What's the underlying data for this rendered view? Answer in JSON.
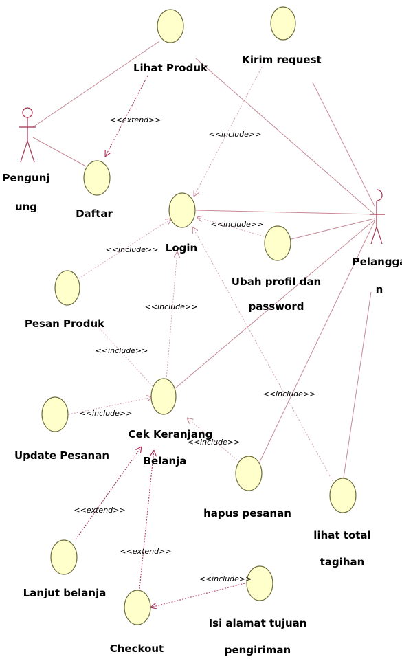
{
  "actors": {
    "pengunjung": {
      "label_line1": "Pengunj",
      "label_line2": "ung"
    },
    "pelanggan": {
      "label_line1": "Pelangga",
      "label_line2": "n"
    }
  },
  "use_cases": {
    "lihat_produk": {
      "label": "Lihat Produk"
    },
    "kirim_request": {
      "label": "Kirim request"
    },
    "daftar": {
      "label": "Daftar"
    },
    "login": {
      "label": "Login"
    },
    "ubah_profil": {
      "line1": "Ubah profil dan",
      "line2": "password"
    },
    "pesan_produk": {
      "label": "Pesan Produk"
    },
    "cek_keranjang": {
      "line1": "Cek Keranjang",
      "line2": "Belanja"
    },
    "update_pesanan": {
      "label": "Update Pesanan"
    },
    "hapus_pesanan": {
      "label": "hapus pesanan"
    },
    "lihat_total": {
      "line1": "lihat total",
      "line2": "tagihan"
    },
    "lanjut_belanja": {
      "label": "Lanjut belanja"
    },
    "checkout": {
      "label": "Checkout"
    },
    "isi_alamat": {
      "line1": "Isi alamat tujuan",
      "line2": "pengiriman"
    }
  },
  "stereotypes": {
    "extend": "<<extend>>",
    "include": "<<include>>"
  },
  "colors": {
    "use_case_fill": "#ffffcc",
    "use_case_stroke": "#6b6b3a",
    "association": "#c58a96",
    "dependency": "#b02a5a"
  }
}
